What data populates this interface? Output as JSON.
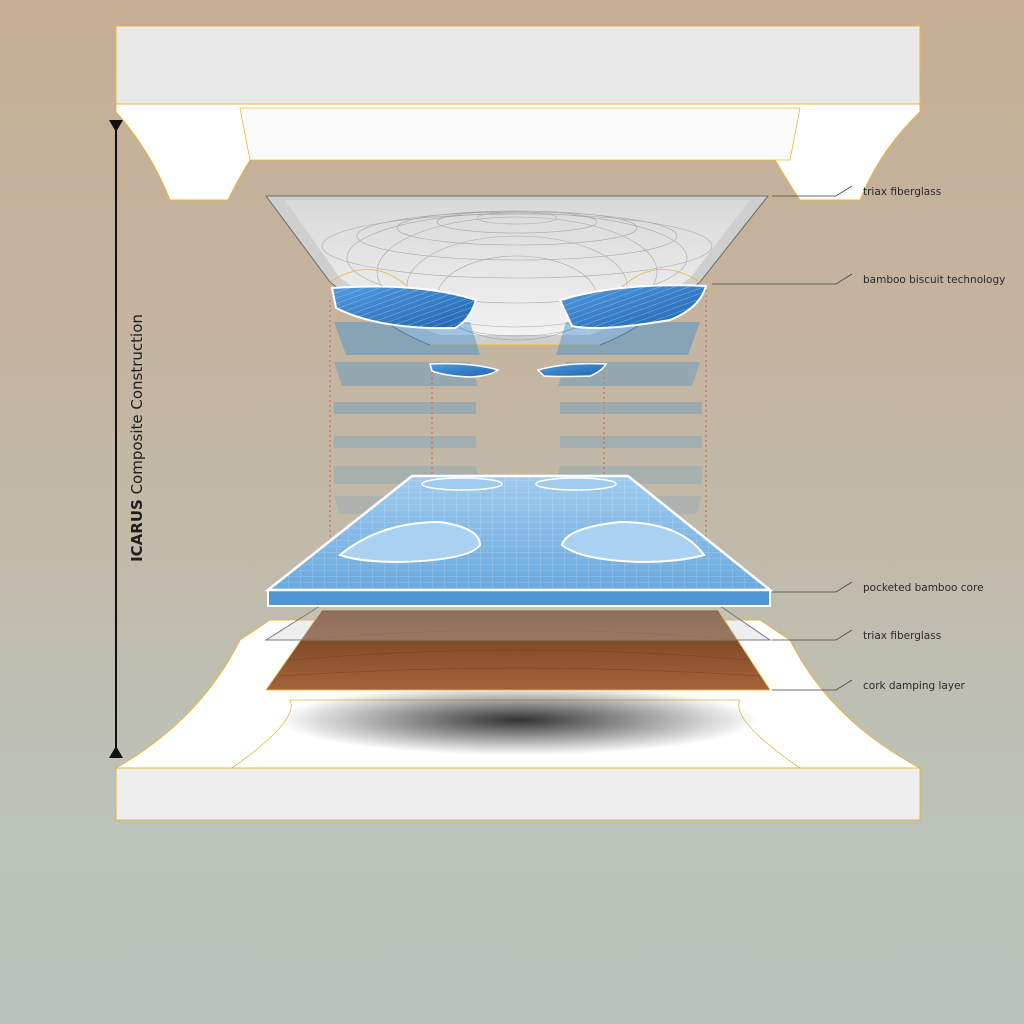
{
  "diagram": {
    "title_brand": "ICARUS",
    "title_rest": " Composite Construction",
    "labels": [
      {
        "id": "triax-top",
        "text": "triax fiberglass"
      },
      {
        "id": "bamboo-biscuit",
        "text": "bamboo biscuit technology"
      },
      {
        "id": "pocketed-core",
        "text": "pocketed bamboo core"
      },
      {
        "id": "triax-bottom",
        "text": "triax fiberglass"
      },
      {
        "id": "cork",
        "text": "cork damping layer"
      }
    ],
    "colors": {
      "bamboo_blue": "#2a7fc8",
      "core_blue": "#7fb8e6",
      "cork": "#8a4f2a",
      "press_outline": "#e8b640",
      "guide_line": "#e05a3a"
    }
  }
}
